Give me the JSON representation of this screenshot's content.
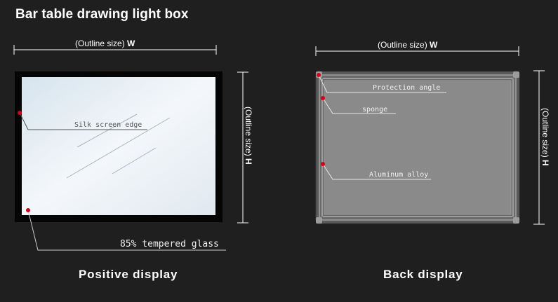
{
  "title": "Bar table drawing light box",
  "dimensions": {
    "outline_label": "(Outline size)",
    "width_letter": "W",
    "height_letter": "H"
  },
  "front": {
    "caption": "Positive display",
    "callouts": {
      "silk_screen": "Silk screen edge",
      "glass": "85% tempered glass"
    }
  },
  "back": {
    "caption": "Back display",
    "callouts": {
      "protection": "Protection angle",
      "sponge": "sponge",
      "aluminum": "Aluminum alloy"
    }
  },
  "colors": {
    "background": "#1f1f1f",
    "frame_black": "#050505",
    "back_panel": "#8a8a8a",
    "back_frame": "#5a5a5a",
    "marker": "#d0021b"
  }
}
